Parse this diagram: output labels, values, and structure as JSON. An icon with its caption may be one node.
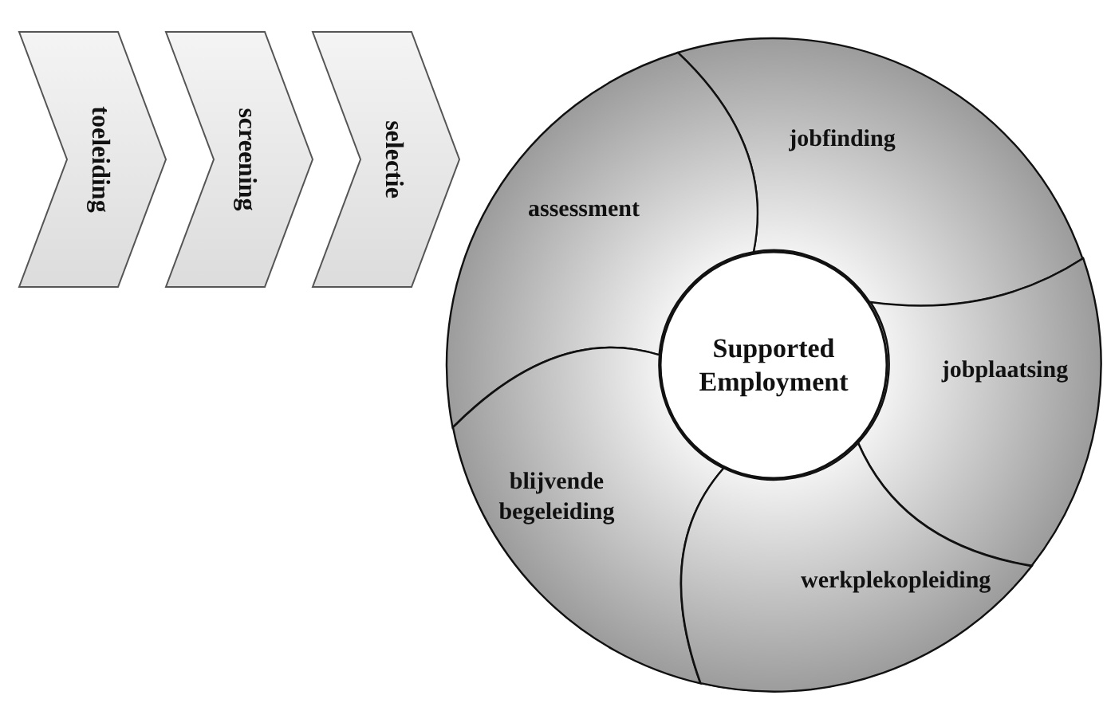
{
  "diagram": {
    "nodes": [
      {
        "text": [
          "toeleiding"
        ]
      },
      {
        "text": [
          "screening"
        ]
      },
      {
        "text": [
          "selectie"
        ]
      },
      {
        "text": [],
        "shape": "circle"
      },
      {
        "text": [
          "jobfinding"
        ],
        "in": 3
      },
      {
        "text": [
          "assessment"
        ],
        "in": 3
      },
      {
        "text": [
          "Supported Employment"
        ],
        "in": 3
      },
      {
        "text": [
          "jobplaatsing"
        ],
        "in": 3
      },
      {
        "text": [
          "blijvende begeleiding"
        ],
        "in": 3
      },
      {
        "text": [
          "werkplekopleiding"
        ],
        "in": 3
      }
    ],
    "edges": []
  }
}
